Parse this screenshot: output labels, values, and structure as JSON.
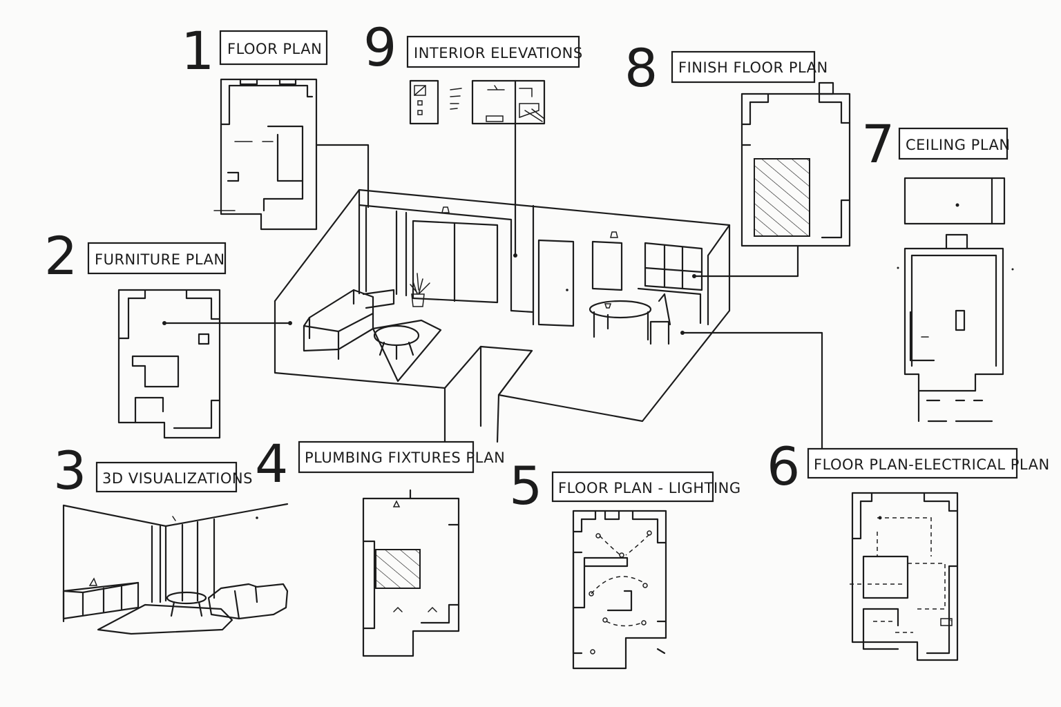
{
  "callouts": [
    {
      "num": "1",
      "label": "FLOOR PLAN"
    },
    {
      "num": "2",
      "label": "FURNITURE PLAN"
    },
    {
      "num": "3",
      "label": "3D VISUALIZATIONS"
    },
    {
      "num": "4",
      "label": "PLUMBING FIXTURES PLAN"
    },
    {
      "num": "5",
      "label": "FLOOR PLAN - LIGHTING"
    },
    {
      "num": "6",
      "label": "FLOOR PLAN-ELECTRICAL PLAN"
    },
    {
      "num": "7",
      "label": "CEILING PLAN"
    },
    {
      "num": "8",
      "label": "FINISH FLOOR PLAN"
    },
    {
      "num": "9",
      "label": "INTERIOR ELEVATIONS"
    }
  ]
}
